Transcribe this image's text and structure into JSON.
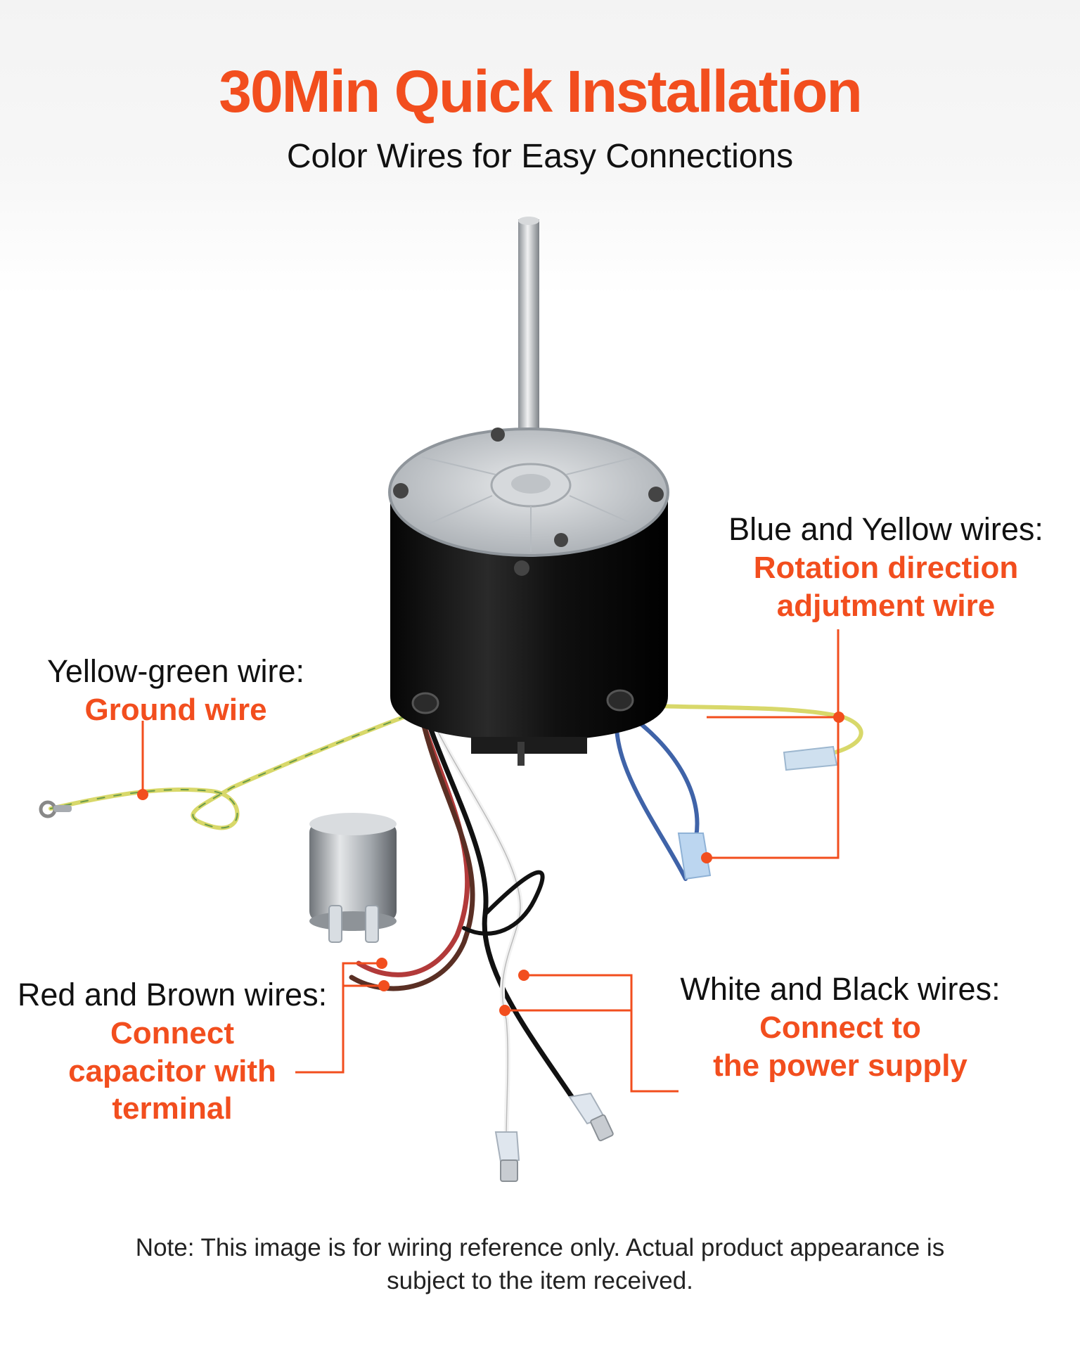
{
  "header": {
    "title": "30Min Quick Installation",
    "subtitle": "Color Wires for Easy Connections"
  },
  "callouts": {
    "ground": {
      "heading": "Yellow-green wire:",
      "lines": [
        "Ground wire"
      ]
    },
    "rotation": {
      "heading": "Blue and Yellow wires:",
      "lines": [
        "Rotation direction",
        "adjutment wire"
      ]
    },
    "capacitor": {
      "heading": "Red and Brown wires:",
      "lines": [
        "Connect",
        "capacitor with",
        "terminal"
      ]
    },
    "power": {
      "heading": "White and Black wires:",
      "lines": [
        "Connect to",
        "the power supply"
      ]
    }
  },
  "footer": {
    "note_line1": "Note: This image is for wiring reference only. Actual product appearance is",
    "note_line2": "subject to the item received."
  },
  "colors": {
    "accent": "#f24e1e",
    "motor_body": "#111111",
    "motor_cap": "#c9cdd1",
    "wire_yellow": "#d8d86a",
    "wire_blue": "#3f63a8",
    "wire_red": "#b23a3a",
    "wire_brown": "#5a2f24",
    "wire_white": "#f2f2f2",
    "wire_black": "#111111"
  }
}
